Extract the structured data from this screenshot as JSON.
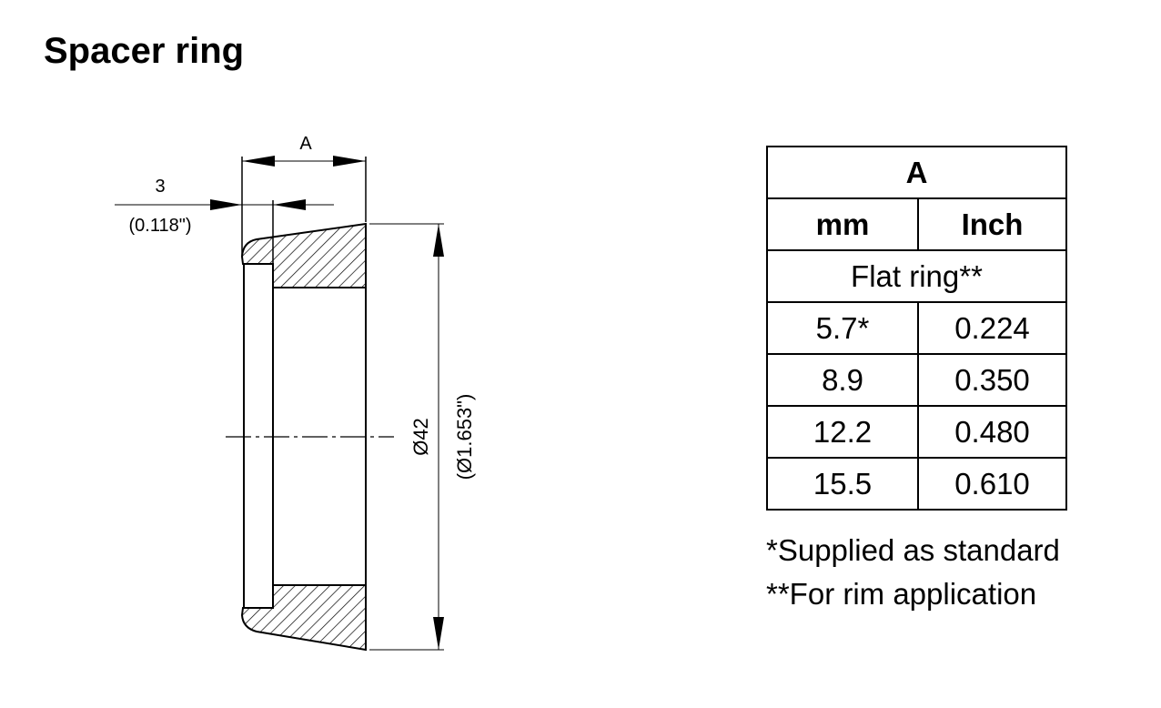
{
  "title": "Spacer ring",
  "drawing": {
    "dim_a_label": "A",
    "dim_step_mm": "3",
    "dim_step_inch": "(0.118\")",
    "dim_diameter_mm": "Ø42",
    "dim_diameter_inch": "(Ø1.653\")"
  },
  "table": {
    "header": "A",
    "columns": [
      "mm",
      "Inch"
    ],
    "group_label": "Flat ring**",
    "rows": [
      {
        "mm": "5.7*",
        "inch": "0.224"
      },
      {
        "mm": "8.9",
        "inch": "0.350"
      },
      {
        "mm": "12.2",
        "inch": "0.480"
      },
      {
        "mm": "15.5",
        "inch": "0.610"
      }
    ]
  },
  "notes": [
    "*Supplied as standard",
    "**For rim application"
  ]
}
